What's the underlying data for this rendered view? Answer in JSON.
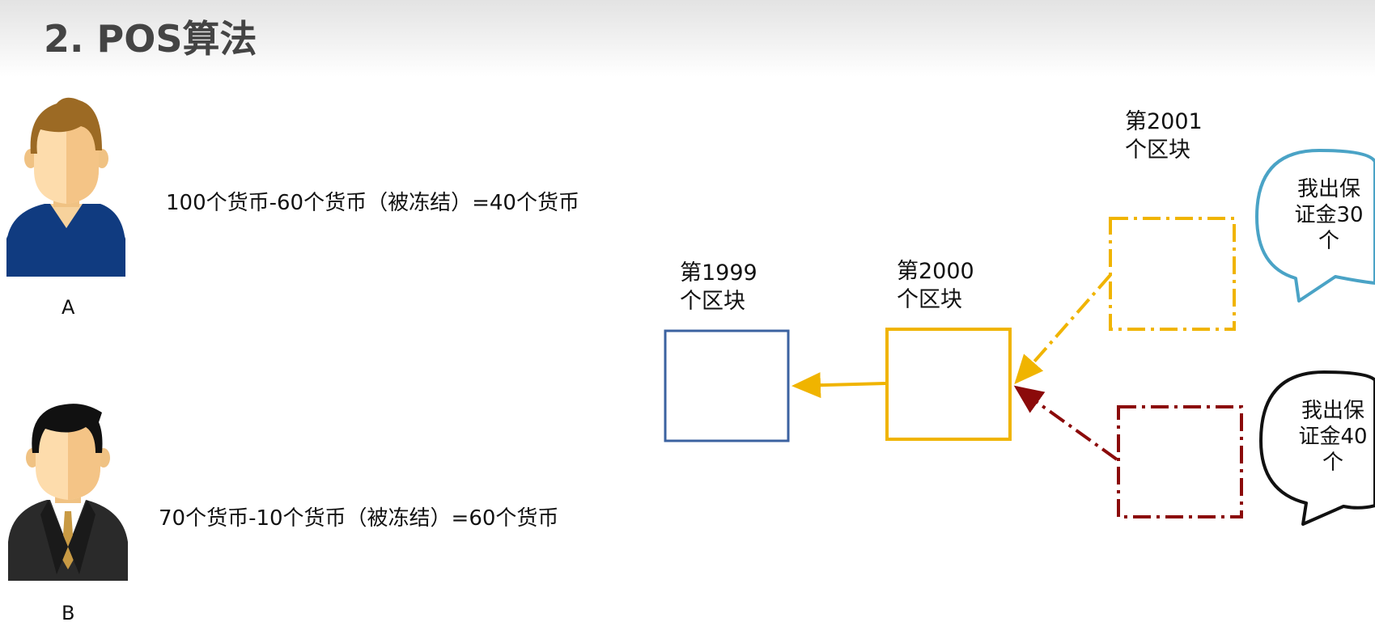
{
  "title": "2. POS算法",
  "persons": {
    "a": {
      "label": "A",
      "equation": "100个货币-60个货币（被冻结）=40个货币"
    },
    "b": {
      "label": "B",
      "equation": "70个货币-10个货币（被冻结）=60个货币"
    }
  },
  "blocks": {
    "b1999": {
      "line1": "第1999",
      "line2": "个区块",
      "color": "#3b62a0"
    },
    "b2000": {
      "line1": "第2000",
      "line2": "个区块",
      "color": "#f0b400"
    },
    "b2001": {
      "line1": "第2001",
      "line2": "个区块"
    }
  },
  "candidates": {
    "yellow": {
      "color": "#f0b400"
    },
    "red": {
      "color": "#8b0a0a"
    }
  },
  "bubbles": {
    "top": {
      "line1": "我出保",
      "line2": "证金30",
      "line3": "个",
      "color": "#4aa3c6"
    },
    "bottom": {
      "line1": "我出保",
      "line2": "证金40",
      "line3": "个",
      "color": "#111111"
    }
  }
}
